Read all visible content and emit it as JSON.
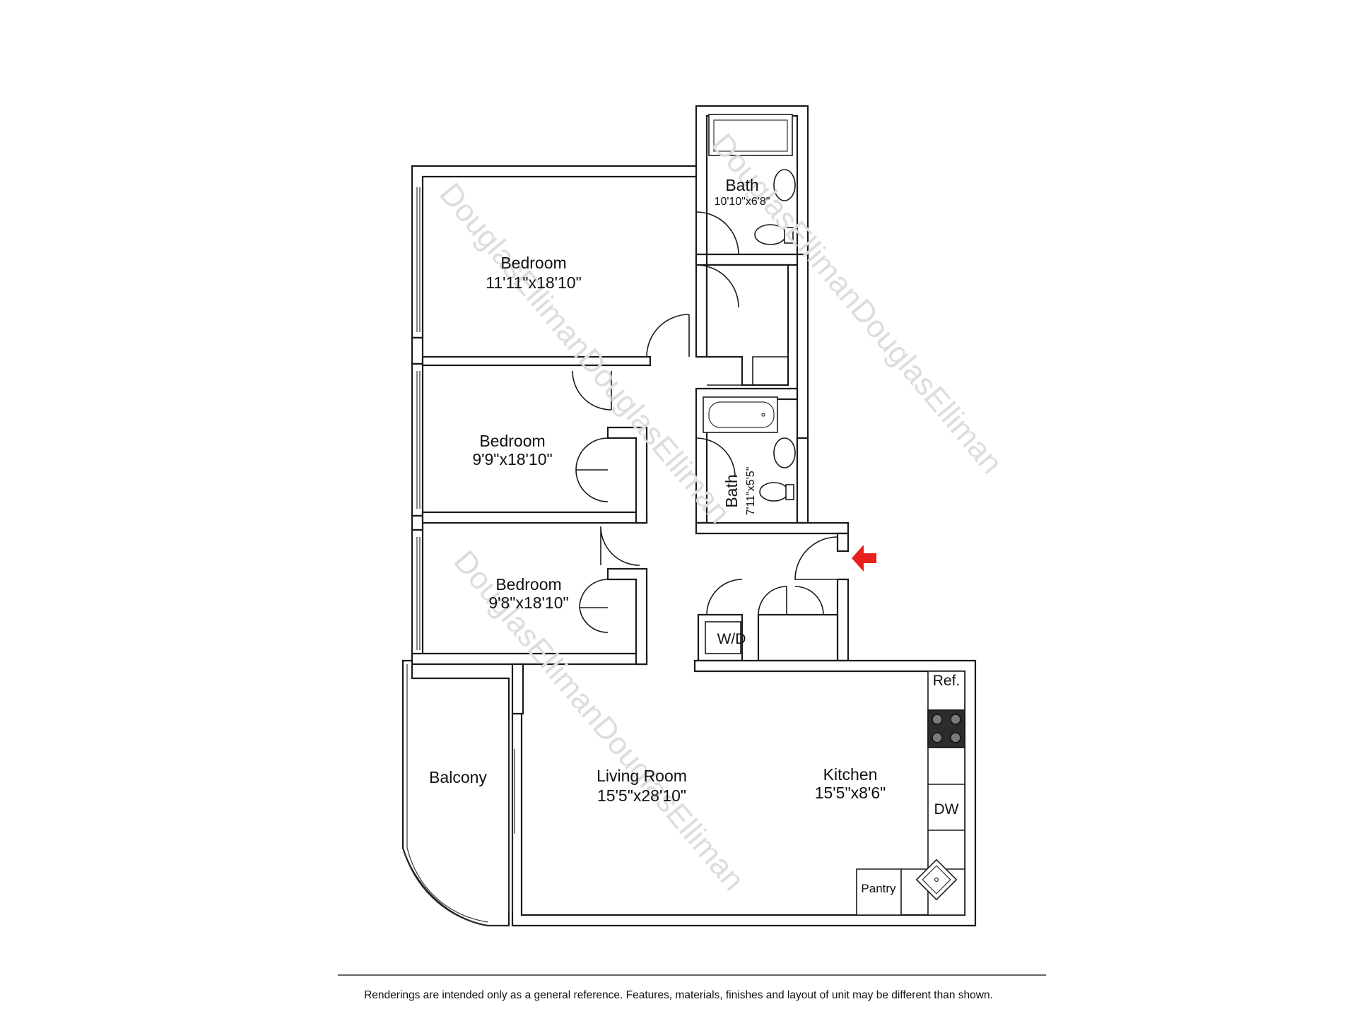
{
  "rooms": {
    "bath1": {
      "name": "Bath",
      "dims": "10'10\"x6'8\""
    },
    "bedroom1": {
      "name": "Bedroom",
      "dims": "11'11\"x18'10\""
    },
    "bedroom2": {
      "name": "Bedroom",
      "dims": "9'9\"x18'10\""
    },
    "bath2": {
      "name": "Bath",
      "dims": "7'11\"x5'5\""
    },
    "bedroom3": {
      "name": "Bedroom",
      "dims": "9'8\"x18'10\""
    },
    "washer_dryer": {
      "name": "W/D"
    },
    "balcony": {
      "name": "Balcony"
    },
    "living_room": {
      "name": "Living Room",
      "dims": "15'5\"x28'10\""
    },
    "kitchen": {
      "name": "Kitchen",
      "dims": "15'5\"x8'6\""
    },
    "refrigerator": {
      "name": "Ref."
    },
    "dishwasher": {
      "name": "DW"
    },
    "pantry": {
      "name": "Pantry"
    }
  },
  "watermark": "DouglasEllimanDouglasElliman",
  "entrance_arrow_color": "#e8211d",
  "entrance_arrow_icon": "entry-arrow-icon",
  "disclaimer": "Renderings are intended only as a general reference. Features, materials, finishes and layout of unit may be different than shown."
}
